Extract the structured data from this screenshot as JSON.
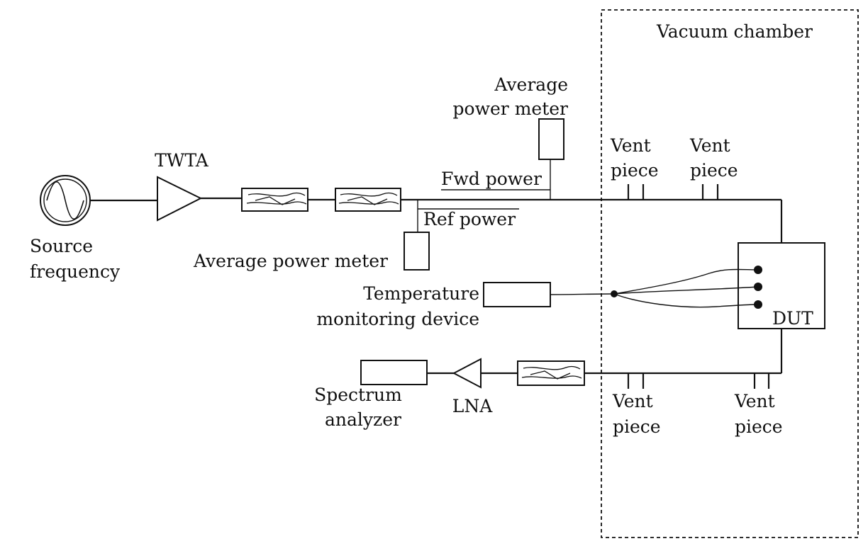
{
  "labels": {
    "vacuum_chamber": "Vacuum chamber",
    "avg_power_meter_top_line1": "Average",
    "avg_power_meter_top_line2": "power meter",
    "fwd_power": "Fwd power",
    "ref_power": "Ref power",
    "avg_power_meter_bottom": "Average power meter",
    "twta": "TWTA",
    "source_line1": "Source",
    "source_line2": "frequency",
    "temp_line1": "Temperature",
    "temp_line2": "monitoring device",
    "dut": "DUT",
    "spectrum_line1": "Spectrum",
    "spectrum_line2": "analyzer",
    "lna": "LNA",
    "vent_top_left_line1": "Vent",
    "vent_top_left_line2": "piece",
    "vent_top_right_line1": "Vent",
    "vent_top_right_line2": "piece",
    "vent_bottom_left_line1": "Vent",
    "vent_bottom_left_line2": "piece",
    "vent_bottom_right_line1": "Vent",
    "vent_bottom_right_line2": "piece"
  }
}
